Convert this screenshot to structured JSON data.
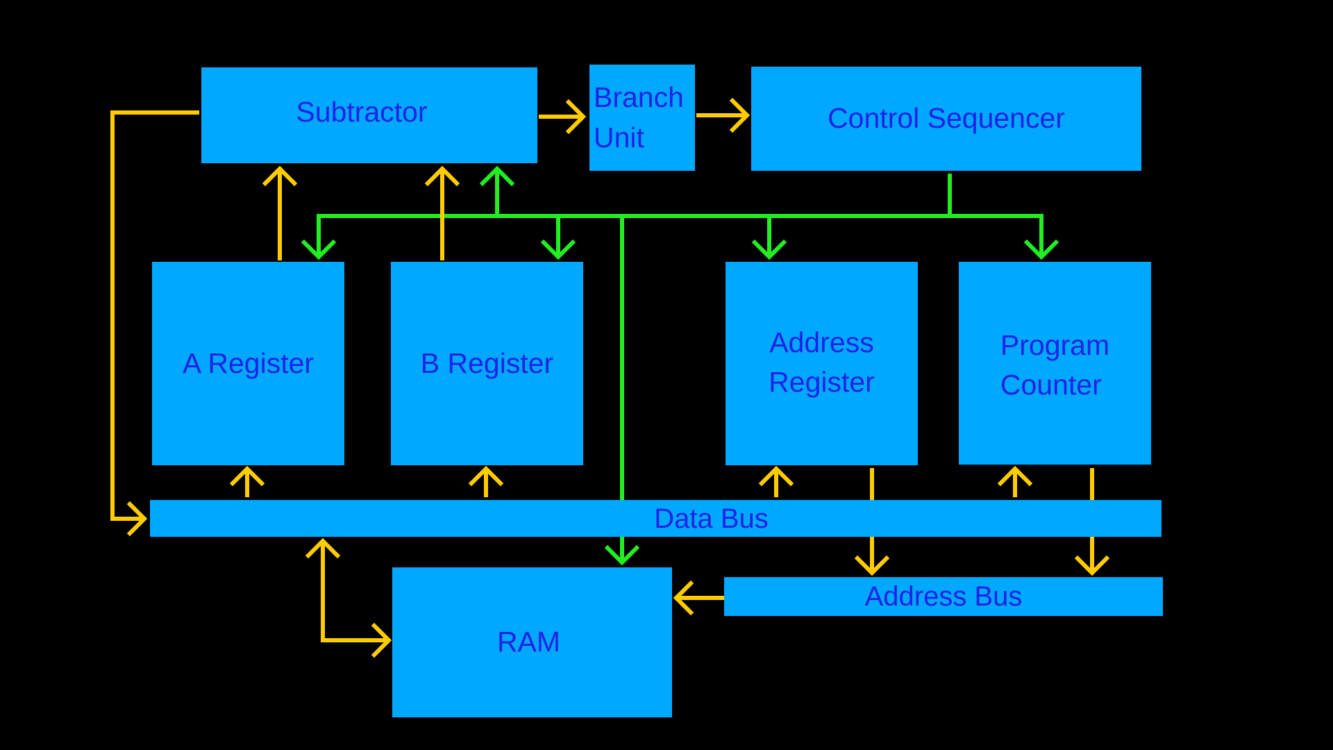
{
  "blocks": {
    "subtractor": "Subtractor",
    "branch_unit": "Branch\nUnit",
    "control_sequencer": "Control Sequencer",
    "a_register": "A Register",
    "b_register": "B Register",
    "address_register": "Address\nRegister",
    "program_counter": "Program\nCounter",
    "data_bus": "Data Bus",
    "address_bus": "Address Bus",
    "ram": "RAM"
  },
  "colors": {
    "background": "#000000",
    "block_fill": "#00a8ff",
    "block_text": "#2222e6",
    "data_arrow": "#ffcc00",
    "control_arrow": "#22ee22"
  }
}
